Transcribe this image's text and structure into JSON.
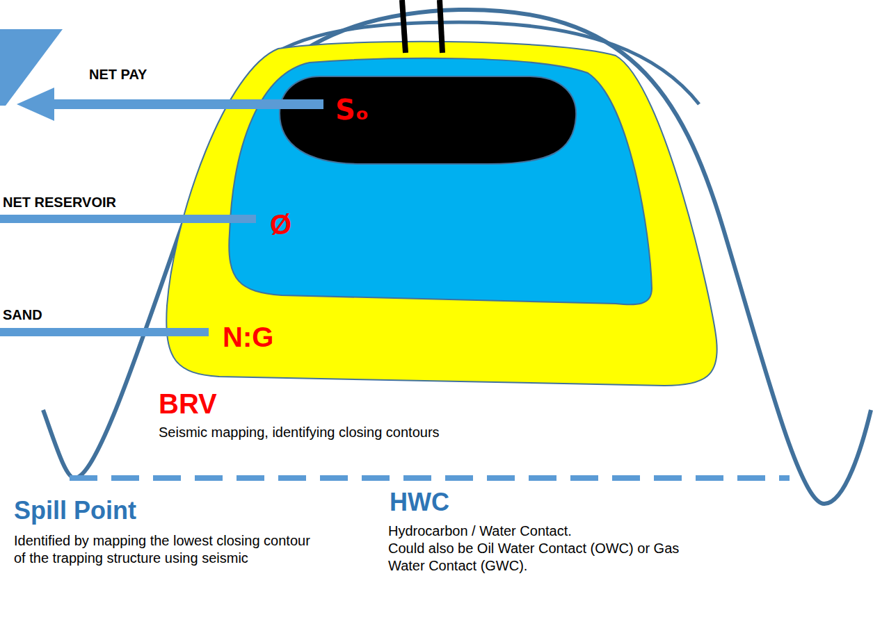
{
  "diagram": {
    "nodes": [
      {
        "text": [
          "N:G"
        ]
      },
      {
        "text": [
          "Ø"
        ],
        "in": 0
      },
      {
        "text": [
          "Sₒ"
        ],
        "in": 1
      }
    ],
    "labels": [
      "NET PAY",
      "NET RESERVOIR",
      "SAND",
      "BRV",
      "Seismic mapping, identifying closing contours",
      "Spill Point",
      "Identified by mapping the lowest closing contour of the trapping structure using seismic",
      "HWC",
      "Hydrocarbon / Water Contact.",
      "Could also be Oil Water Contact (OWC) or Gas Water Contact (GWC)."
    ]
  }
}
